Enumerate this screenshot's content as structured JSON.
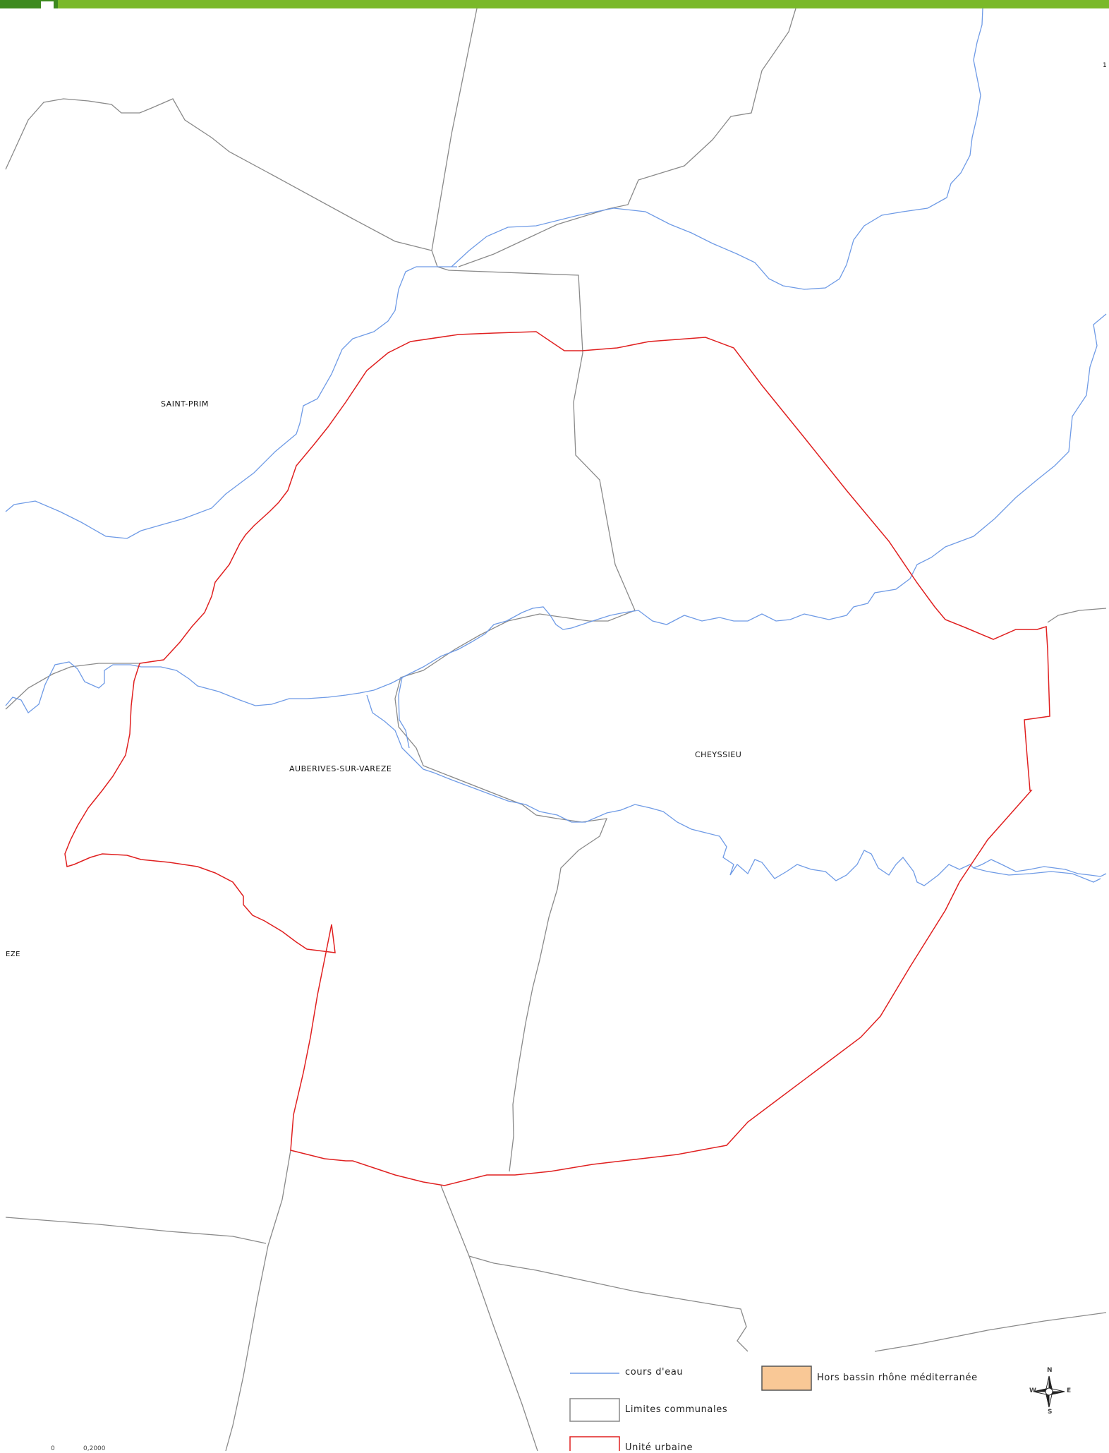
{
  "header": {
    "accent_color": "#7ab929",
    "badge_color": "#3d8a1f"
  },
  "map": {
    "colors": {
      "rivers": "#6f9be6",
      "communal_limits": "#8a8a8a",
      "urban_unit": "#e02020",
      "outside_basin": "#f9c896"
    },
    "commune_labels": {
      "saint_prim": "SAINT-PRIM",
      "auberives": "AUBERIVES-SUR-VAREZE",
      "cheyssieu": "CHEYSSIEU",
      "partial_left": "EZE",
      "partial_right": "1"
    }
  },
  "legend": {
    "rivers": "cours d'eau",
    "communal_limits": "Limites communales",
    "urban_unit": "Unité urbaine",
    "outside_basin": "Hors bassin rhône méditerranée"
  },
  "compass": {
    "north": "N",
    "south": "S",
    "east": "E",
    "west": "W",
    "icon": "compass-rose-icon"
  },
  "scale": {
    "left": "0",
    "right": "0,2000"
  }
}
